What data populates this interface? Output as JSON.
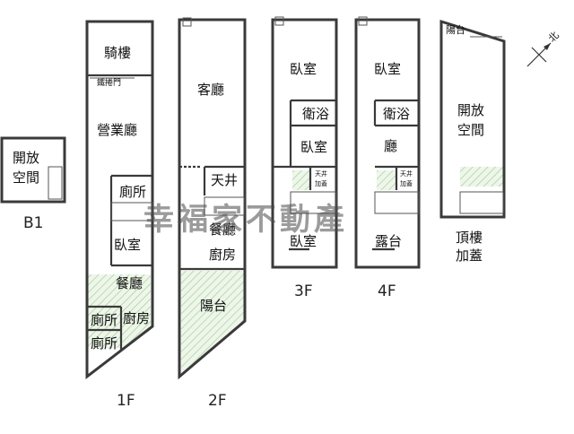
{
  "floors": {
    "b1": {
      "label": "B1",
      "rooms": {
        "open_space_1": "開放",
        "open_space_2": "空間"
      }
    },
    "f1": {
      "label": "1F",
      "rooms": {
        "arcade": "騎樓",
        "rolling_door": "鐵捲門",
        "business_hall": "營業廳",
        "toilet_1": "廁所",
        "bedroom": "臥室",
        "dining": "餐廳",
        "toilet_2": "廁所",
        "toilet_3": "廁所",
        "kitchen": "廚房"
      }
    },
    "f2": {
      "label": "2F",
      "rooms": {
        "living": "客廳",
        "skylight": "天井",
        "dining": "餐廳",
        "kitchen": "廚房",
        "balcony": "陽台"
      }
    },
    "f3": {
      "label": "3F",
      "rooms": {
        "bedroom_1": "臥室",
        "bath": "衛浴",
        "bedroom_2": "臥室",
        "skylight_1": "天井",
        "skylight_2": "加蓋",
        "bedroom_3": "臥室"
      }
    },
    "f4": {
      "label": "4F",
      "rooms": {
        "bedroom": "臥室",
        "bath": "衛浴",
        "hall": "廳",
        "skylight_1": "天井",
        "skylight_2": "加蓋",
        "terrace": "露台"
      }
    },
    "roof": {
      "label_1": "頂樓",
      "label_2": "加蓋",
      "rooms": {
        "balcony": "陽台",
        "open_space_1": "開放",
        "open_space_2": "空間"
      }
    }
  },
  "compass": {
    "label": "北"
  },
  "watermark": "幸福家不動產"
}
